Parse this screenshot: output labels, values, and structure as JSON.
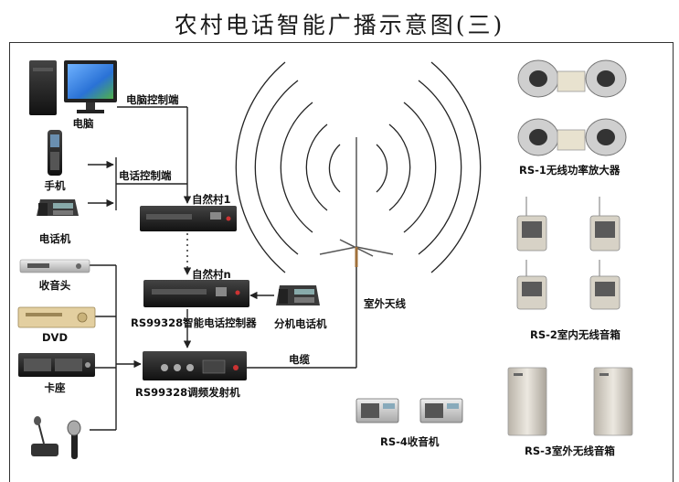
{
  "title": "农村电话智能广播示意图(三)",
  "labels": {
    "computer": "电脑",
    "computer_control": "电脑控制端",
    "phone_control": "电话控制端",
    "mobile": "手机",
    "telephone": "电话机",
    "village1": "自然村1",
    "villagen": "自然村n",
    "tuner": "收音头",
    "dvd": "DVD",
    "cassette": "卡座",
    "controller": "RS99328智能电话控制器",
    "extension_phone": "分机电话机",
    "transmitter": "RS99328调频发射机",
    "antenna": "室外天线",
    "cable": "电缆",
    "rs1": "RS-1无线功率放大器",
    "rs2": "RS-2室内无线音箱",
    "rs3": "RS-3室外无线音箱",
    "rs4": "RS-4收音机"
  },
  "colors": {
    "line": "#222222",
    "device_dark": "#1f1f1f",
    "device_silver": "#c8c8c8",
    "speaker_gray": "#9a9a9a",
    "accent_blue": "#2a72d6"
  }
}
